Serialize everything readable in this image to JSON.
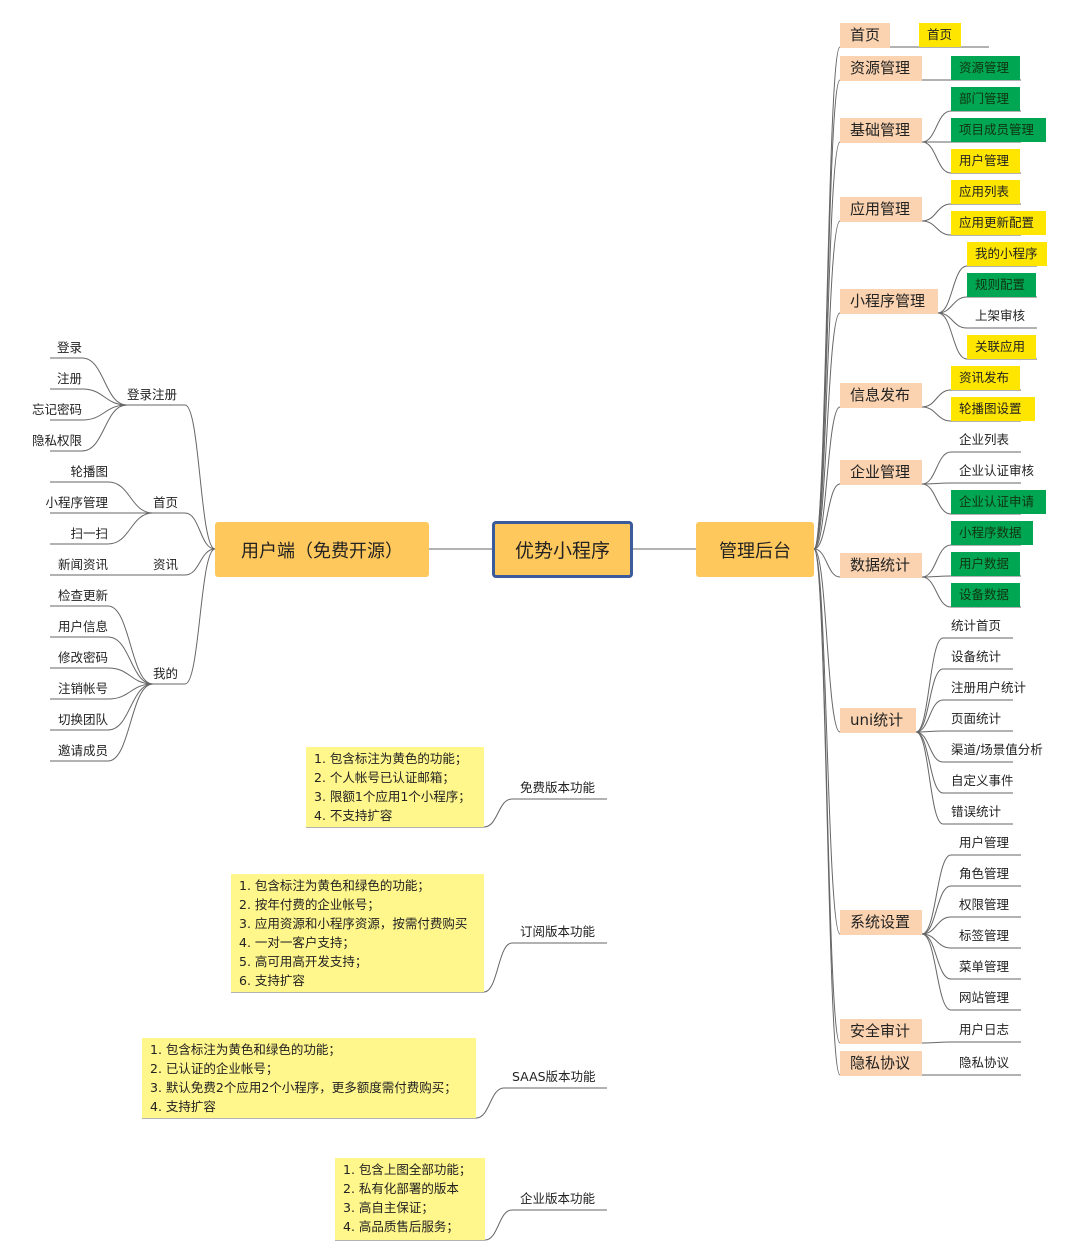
{
  "center": "优势小程序",
  "user_side": {
    "title": "用户端（免费开源）",
    "groups": [
      {
        "label": "登录注册",
        "items": [
          "登录",
          "注册",
          "忘记密码",
          "隐私权限"
        ]
      },
      {
        "label": "首页",
        "items": [
          "轮播图",
          "小程序管理",
          "扫一扫"
        ]
      },
      {
        "label": "资讯",
        "items": [
          "新闻资讯"
        ]
      },
      {
        "label": "我的",
        "items": [
          "检查更新",
          "用户信息",
          "修改密码",
          "注销帐号",
          "切换团队",
          "邀请成员"
        ]
      }
    ]
  },
  "admin_side": {
    "title": "管理后台",
    "categories": [
      {
        "label": "首页",
        "items": [
          {
            "text": "首页",
            "color": "yellow"
          }
        ]
      },
      {
        "label": "资源管理",
        "items": [
          {
            "text": "资源管理",
            "color": "green"
          }
        ]
      },
      {
        "label": "基础管理",
        "items": [
          {
            "text": "部门管理",
            "color": "green"
          },
          {
            "text": "项目成员管理",
            "color": "green"
          },
          {
            "text": "用户管理",
            "color": "yellow"
          }
        ]
      },
      {
        "label": "应用管理",
        "items": [
          {
            "text": "应用列表",
            "color": "yellow"
          },
          {
            "text": "应用更新配置",
            "color": "yellow"
          }
        ]
      },
      {
        "label": "小程序管理",
        "items": [
          {
            "text": "我的小程序",
            "color": "yellow"
          },
          {
            "text": "规则配置",
            "color": "green"
          },
          {
            "text": "上架审核",
            "color": "none"
          },
          {
            "text": "关联应用",
            "color": "yellow"
          }
        ]
      },
      {
        "label": "信息发布",
        "items": [
          {
            "text": "资讯发布",
            "color": "yellow"
          },
          {
            "text": "轮播图设置",
            "color": "yellow"
          }
        ]
      },
      {
        "label": "企业管理",
        "items": [
          {
            "text": "企业列表",
            "color": "none"
          },
          {
            "text": "企业认证审核",
            "color": "none"
          },
          {
            "text": "企业认证申请",
            "color": "green"
          }
        ]
      },
      {
        "label": "数据统计",
        "items": [
          {
            "text": "小程序数据",
            "color": "green"
          },
          {
            "text": "用户数据",
            "color": "green"
          },
          {
            "text": "设备数据",
            "color": "green"
          }
        ]
      },
      {
        "label": "uni统计",
        "items": [
          {
            "text": "统计首页",
            "color": "none"
          },
          {
            "text": "设备统计",
            "color": "none"
          },
          {
            "text": "注册用户统计",
            "color": "none"
          },
          {
            "text": "页面统计",
            "color": "none"
          },
          {
            "text": "渠道/场景值分析",
            "color": "none"
          },
          {
            "text": "自定义事件",
            "color": "none"
          },
          {
            "text": "错误统计",
            "color": "none"
          }
        ]
      },
      {
        "label": "系统设置",
        "items": [
          {
            "text": "用户管理",
            "color": "none"
          },
          {
            "text": "角色管理",
            "color": "none"
          },
          {
            "text": "权限管理",
            "color": "none"
          },
          {
            "text": "标签管理",
            "color": "none"
          },
          {
            "text": "菜单管理",
            "color": "none"
          },
          {
            "text": "网站管理",
            "color": "none"
          }
        ]
      },
      {
        "label": "安全审计",
        "items": [
          {
            "text": "用户日志",
            "color": "none"
          }
        ]
      },
      {
        "label": "隐私协议",
        "items": [
          {
            "text": "隐私协议",
            "color": "none"
          }
        ]
      }
    ]
  },
  "versions": [
    {
      "label": "免费版本功能",
      "notes": [
        "1. 包含标注为黄色的功能；",
        "2. 个人帐号已认证邮箱；",
        "3. 限额1个应用1个小程序；",
        "4. 不支持扩容"
      ]
    },
    {
      "label": "订阅版本功能",
      "notes": [
        "1. 包含标注为黄色和绿色的功能；",
        "2. 按年付费的企业帐号；",
        "3. 应用资源和小程序资源，按需付费购买",
        "4. 一对一客户支持；",
        "5. 高可用高开发支持；",
        "6. 支持扩容"
      ]
    },
    {
      "label": "SAAS版本功能",
      "notes": [
        "1. 包含标注为黄色和绿色的功能；",
        "2. 已认证的企业帐号；",
        "3. 默认免费2个应用2个小程序，更多额度需付费购买；",
        "4. 支持扩容"
      ]
    },
    {
      "label": "企业版本功能",
      "notes": [
        "1. 包含上图全部功能；",
        "2. 私有化部署的版本",
        "3. 高自主保证；",
        "4. 高品质售后服务；"
      ]
    }
  ],
  "colors": {
    "main": "#ffc85c",
    "category": "#fbd3b0",
    "yellow": "#ffe600",
    "green": "#00a651",
    "note": "#fff68c",
    "center_border": "#3b5b9a"
  }
}
